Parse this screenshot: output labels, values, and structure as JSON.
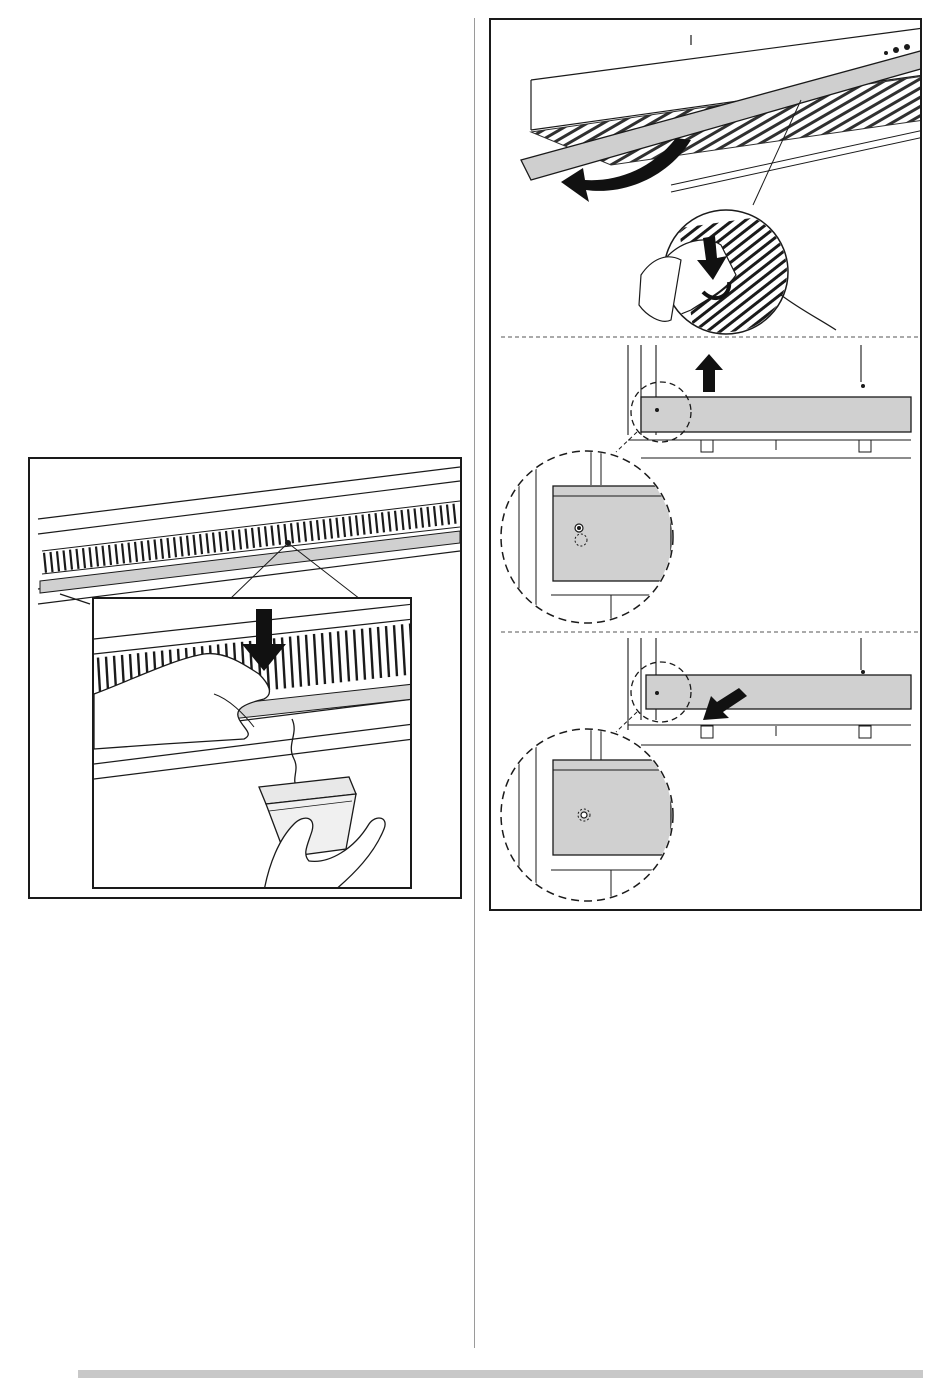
{
  "document": {
    "figures": [
      {
        "id": "fig-grease-drain",
        "icon": "grease-drain-illustration"
      },
      {
        "id": "fig-filter-removal",
        "icon": "filter-removal-illustration"
      }
    ],
    "colors": {
      "line": "#1a1a1a",
      "panel_fill": "#cfcfcf",
      "filter_fill": "#d8d8d8",
      "divider": "#9a9a9a",
      "footer_rule": "#c8c8c8"
    }
  }
}
